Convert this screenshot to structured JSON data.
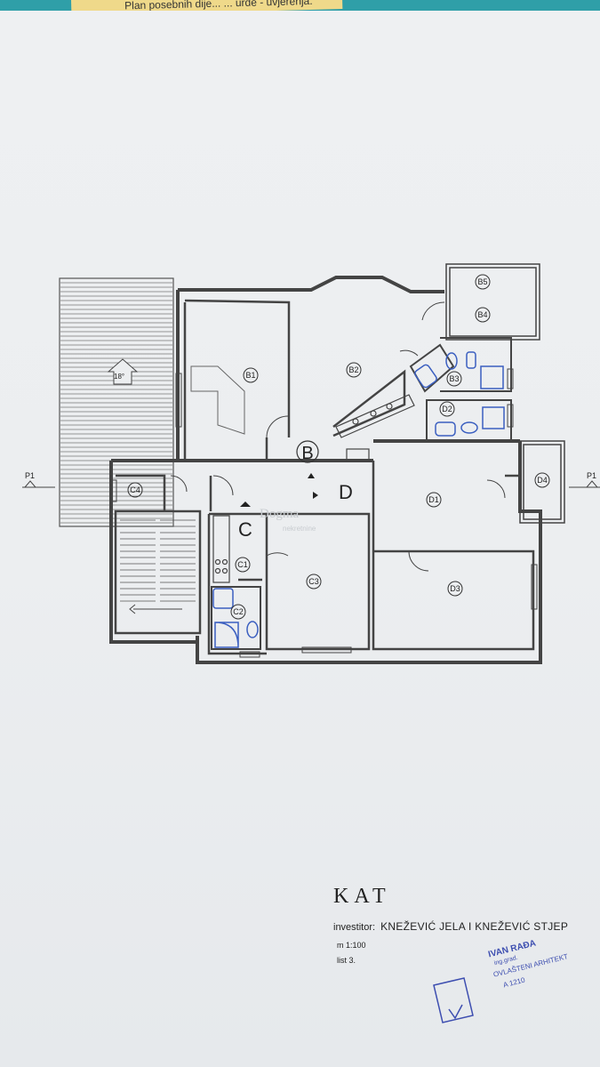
{
  "header": {
    "note_text": "Plan posebnih dije... ... urde - uvjerenja."
  },
  "plan": {
    "roof_slope": "18°",
    "section_marker_left": "P1",
    "section_marker_right": "P1",
    "apartments": [
      "B",
      "C",
      "D"
    ],
    "rooms": [
      "B1",
      "B2",
      "B3",
      "B4",
      "B5",
      "C1",
      "C2",
      "C3",
      "C4",
      "D1",
      "D2",
      "D3",
      "D4"
    ]
  },
  "watermark": {
    "brand": "Dogma",
    "sub": "nekretnine"
  },
  "title_block": {
    "floor": "KAT",
    "investor_label": "investitor:",
    "investor_names": "KNEŽEVIĆ JELA I KNEŽEVIĆ STJEP",
    "scale": "m  1:100",
    "sheet": "list 3."
  },
  "stamp": {
    "name": "IVAN RAĐA",
    "sub": "ing.grad.",
    "role": "OVLAŠTENI ARHITEKT",
    "number": "A 1210"
  },
  "colors": {
    "paper": "#eceef0",
    "ink": "#444444",
    "blue_fixtures": "#3b5fc0",
    "stamp": "#3d4eb0",
    "note": "#efd98a",
    "strip": "#2f9fa8"
  }
}
